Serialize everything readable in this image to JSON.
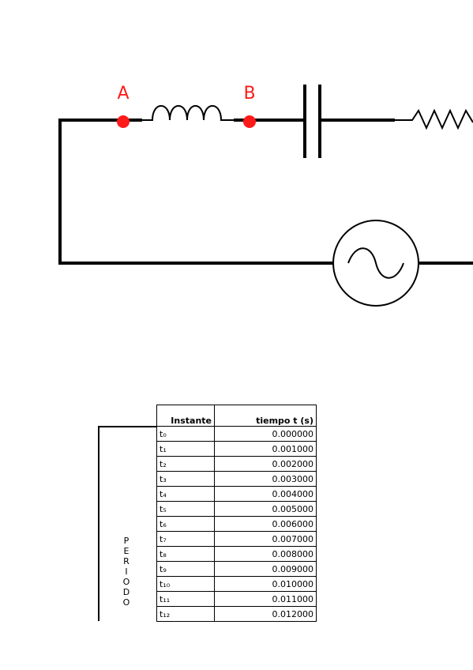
{
  "circuit": {
    "node_a_label": "A",
    "node_b_label": "B",
    "node_color": "#ff1a1a",
    "wire_color": "#000000",
    "components": [
      "inductor",
      "capacitor",
      "resistor",
      "ac-source"
    ]
  },
  "table": {
    "headers": [
      "Instante",
      "tiempo  t (s)"
    ],
    "rows": [
      {
        "instant": "t₀",
        "time": "0.000000"
      },
      {
        "instant": "t₁",
        "time": "0.001000"
      },
      {
        "instant": "t₂",
        "time": "0.002000"
      },
      {
        "instant": "t₃",
        "time": "0.003000"
      },
      {
        "instant": "t₄",
        "time": "0.004000"
      },
      {
        "instant": "t₅",
        "time": "0.005000"
      },
      {
        "instant": "t₆",
        "time": "0.006000"
      },
      {
        "instant": "t₇",
        "time": "0.007000"
      },
      {
        "instant": "t₈",
        "time": "0.008000"
      },
      {
        "instant": "t₉",
        "time": "0.009000"
      },
      {
        "instant": "t₁₀",
        "time": "0.010000"
      },
      {
        "instant": "t₁₁",
        "time": "0.011000"
      },
      {
        "instant": "t₁₂",
        "time": "0.012000"
      }
    ]
  },
  "periodo_label": "PERIODO"
}
